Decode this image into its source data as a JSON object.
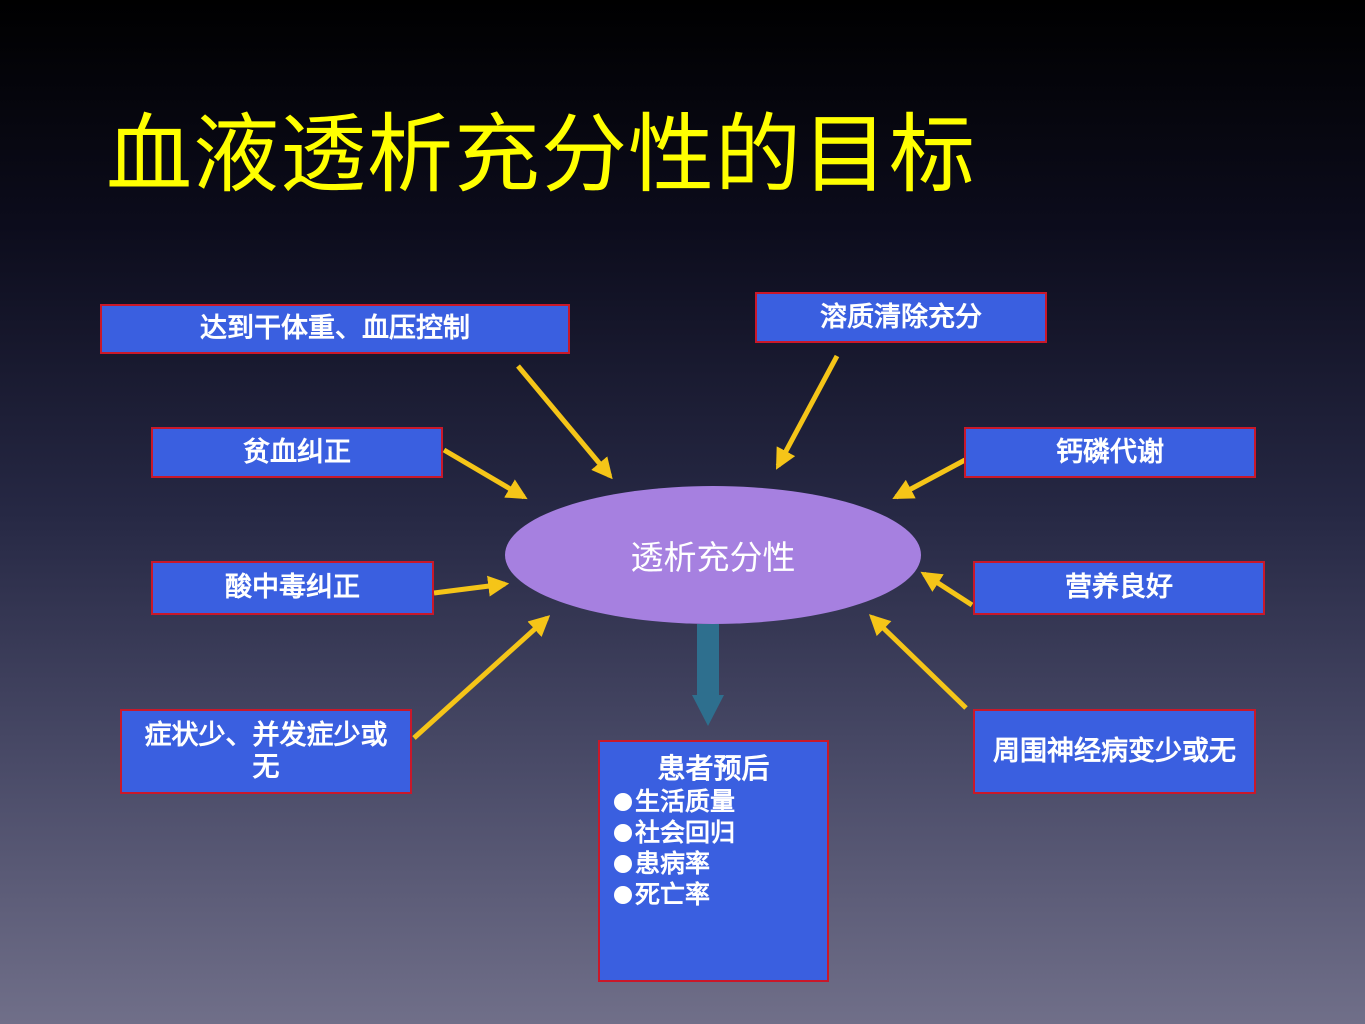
{
  "title": "血液透析充分性的目标",
  "center": "透析充分性",
  "goals": {
    "dry_weight_bp": "达到干体重、血压控制",
    "solute_clearance": "溶质清除充分",
    "anemia": "贫血纠正",
    "calcium_phosphorus": "钙磷代谢",
    "acidosis": "酸中毒纠正",
    "nutrition": "营养良好",
    "symptoms": "症状少、并发症少或无",
    "neuropathy": "周围神经病变少或无"
  },
  "outcome": {
    "title": "患者预后",
    "items": [
      "生活质量",
      "社会回归",
      "患病率",
      "死亡率"
    ]
  },
  "colors": {
    "title": "#ffff00",
    "box_fill": "#3a5fe0",
    "box_border": "#c9182a",
    "ellipse": "#a680e0",
    "arrow_yellow": "#f5c518",
    "arrow_down": "#2e6f8e"
  }
}
